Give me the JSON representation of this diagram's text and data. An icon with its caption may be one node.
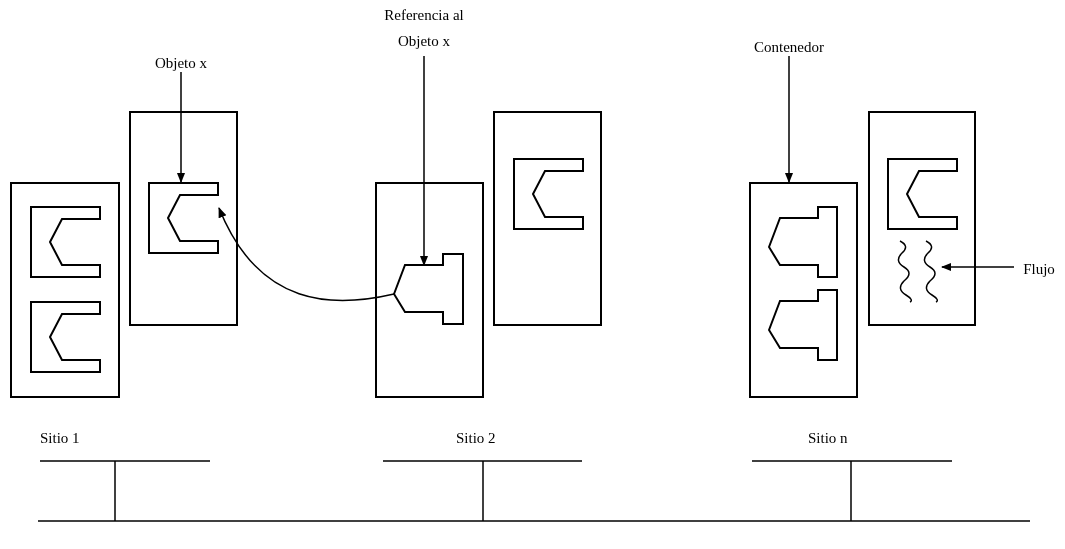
{
  "diagram": {
    "nodes": [
      {
        "text": [
          "Objeto x"
        ]
      },
      {
        "text": [
          "Referencia al Objeto x"
        ]
      },
      {
        "text": [
          "Contenedor"
        ]
      },
      {
        "text": [
          "Flujo"
        ]
      },
      {
        "text": [],
        "shape": "box"
      },
      {
        "text": [],
        "shape": "bracket",
        "in": 4
      },
      {
        "text": [],
        "shape": "bracket",
        "in": 4
      },
      {
        "text": [],
        "shape": "box"
      },
      {
        "text": [],
        "shape": "bracket",
        "in": 7
      },
      {
        "text": [],
        "shape": "box"
      },
      {
        "text": [],
        "shape": "plug",
        "in": 9
      },
      {
        "text": [],
        "shape": "box"
      },
      {
        "text": [],
        "shape": "bracket",
        "in": 11
      },
      {
        "text": [],
        "shape": "box"
      },
      {
        "text": [],
        "shape": "plug",
        "in": 13
      },
      {
        "text": [],
        "shape": "plug",
        "in": 13
      },
      {
        "text": [],
        "shape": "box"
      },
      {
        "text": [],
        "shape": "bracket",
        "in": 16
      },
      {
        "text": [],
        "shape": "wave",
        "in": 16
      }
    ],
    "edges": [
      {
        "from": 0,
        "to": 8,
        "arrow": "to"
      },
      {
        "from": 1,
        "to": 10,
        "arrow": "to"
      },
      {
        "from": 2,
        "to": 13,
        "arrow": "to"
      },
      {
        "from": 3,
        "to": 18,
        "arrow": "to"
      },
      {
        "from": 10,
        "to": 8,
        "arrow": "to"
      }
    ],
    "labels": [
      "Sitio 1",
      "Sitio 2",
      "Sitio n"
    ]
  }
}
